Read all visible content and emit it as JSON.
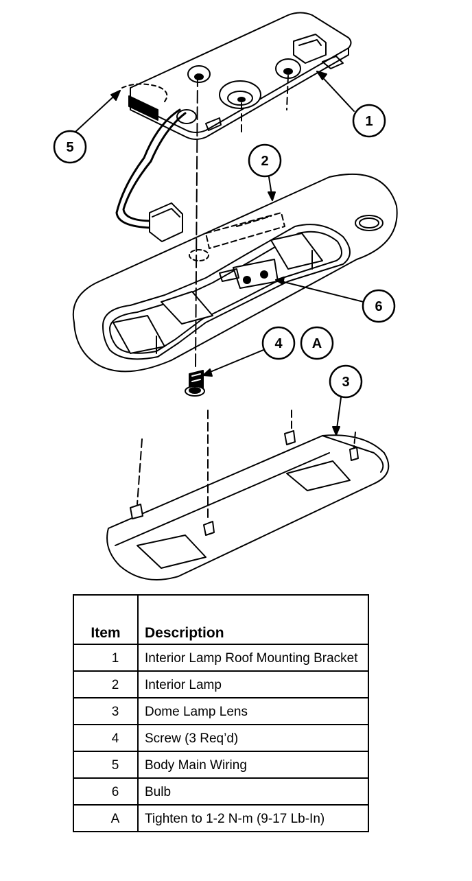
{
  "callouts": [
    "1",
    "2",
    "3",
    "4",
    "5",
    "6",
    "A"
  ],
  "legend": {
    "header_item": "Item",
    "header_description": "Description",
    "rows": [
      {
        "item": "1",
        "description": "Interior Lamp Roof Mounting Bracket"
      },
      {
        "item": "2",
        "description": "Interior Lamp"
      },
      {
        "item": "3",
        "description": "Dome Lamp Lens"
      },
      {
        "item": "4",
        "description": "Screw (3 Req’d)"
      },
      {
        "item": "5",
        "description": "Body Main Wiring"
      },
      {
        "item": "6",
        "description": "Bulb"
      },
      {
        "item": "A",
        "description": "Tighten to 1-2 N-m (9-17 Lb-In)"
      }
    ]
  }
}
